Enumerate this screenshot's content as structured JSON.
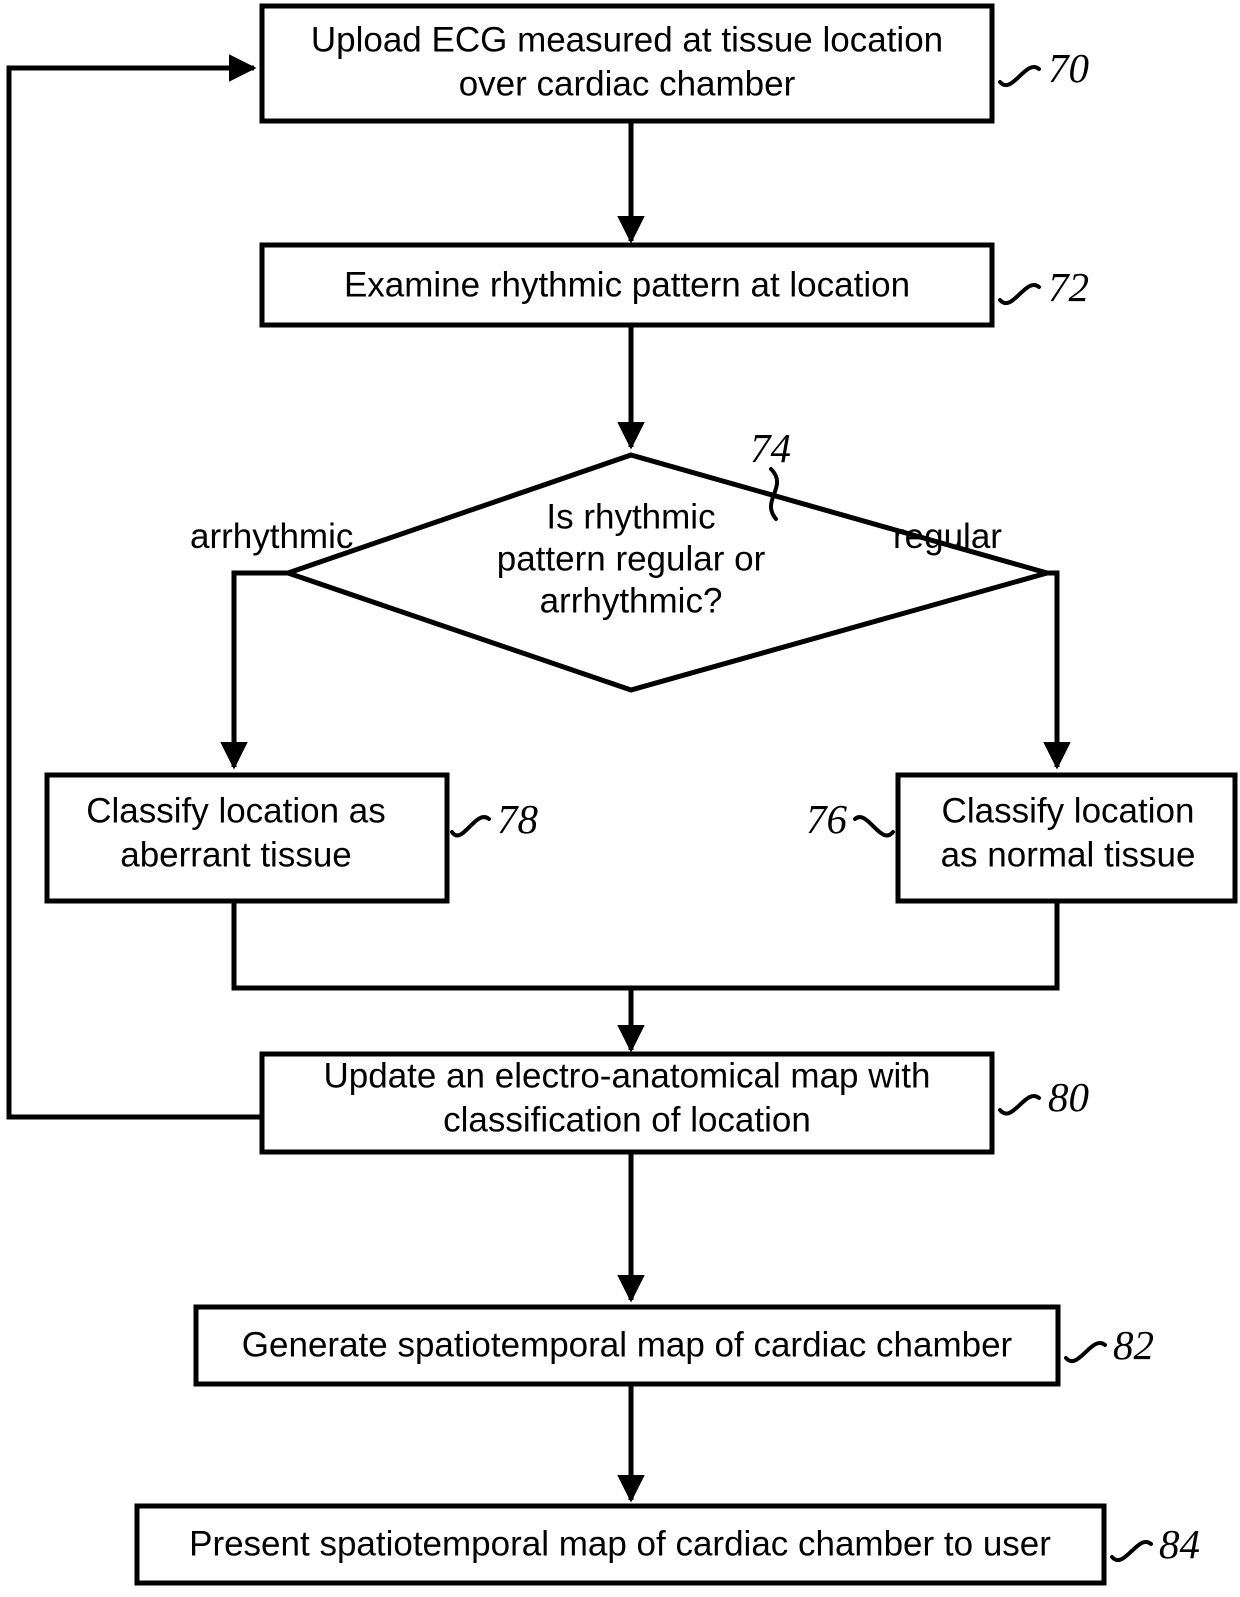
{
  "diagram": {
    "type": "flowchart",
    "title": "ECG tissue classification flowchart",
    "background_color": "#ffffff",
    "line_color": "#000000",
    "nodes": [
      {
        "id": "n70",
        "ref": "70",
        "shape": "process",
        "lines": [
          "Upload ECG measured at tissue location",
          "over cardiac chamber"
        ]
      },
      {
        "id": "n72",
        "ref": "72",
        "shape": "process",
        "lines": [
          "Examine rhythmic pattern at location"
        ]
      },
      {
        "id": "n74",
        "ref": "74",
        "shape": "decision",
        "lines": [
          "Is rhythmic",
          "pattern regular or",
          "arrhythmic?"
        ]
      },
      {
        "id": "n78",
        "ref": "78",
        "shape": "process",
        "lines": [
          "Classify location as",
          "aberrant tissue"
        ]
      },
      {
        "id": "n76",
        "ref": "76",
        "shape": "process",
        "lines": [
          "Classify location",
          "as normal tissue"
        ]
      },
      {
        "id": "n80",
        "ref": "80",
        "shape": "process",
        "lines": [
          "Update an electro-anatomical map with",
          "classification of location"
        ]
      },
      {
        "id": "n82",
        "ref": "82",
        "shape": "process",
        "lines": [
          "Generate spatiotemporal map of cardiac chamber"
        ]
      },
      {
        "id": "n84",
        "ref": "84",
        "shape": "process",
        "lines": [
          "Present spatiotemporal map of cardiac chamber to user"
        ]
      }
    ],
    "branch_labels": {
      "left": "arrhythmic",
      "right": "regular"
    },
    "node_text": {
      "n70_l1": "Upload ECG measured at tissue location",
      "n70_l2": "over cardiac chamber",
      "n72_l1": "Examine rhythmic pattern at location",
      "n74_l1": "Is rhythmic",
      "n74_l2": "pattern regular or",
      "n74_l3": "arrhythmic?",
      "n78_l1": "Classify location as",
      "n78_l2": "aberrant tissue",
      "n76_l1": "Classify location",
      "n76_l2": "as normal tissue",
      "n80_l1": "Update an electro-anatomical map with",
      "n80_l2": "classification of location",
      "n82_l1": "Generate spatiotemporal map of cardiac chamber",
      "n84_l1": "Present spatiotemporal map of cardiac chamber to user"
    },
    "ref_numbers": {
      "n70": "70",
      "n72": "72",
      "n74": "74",
      "n76": "76",
      "n78": "78",
      "n80": "80",
      "n82": "82",
      "n84": "84"
    }
  }
}
